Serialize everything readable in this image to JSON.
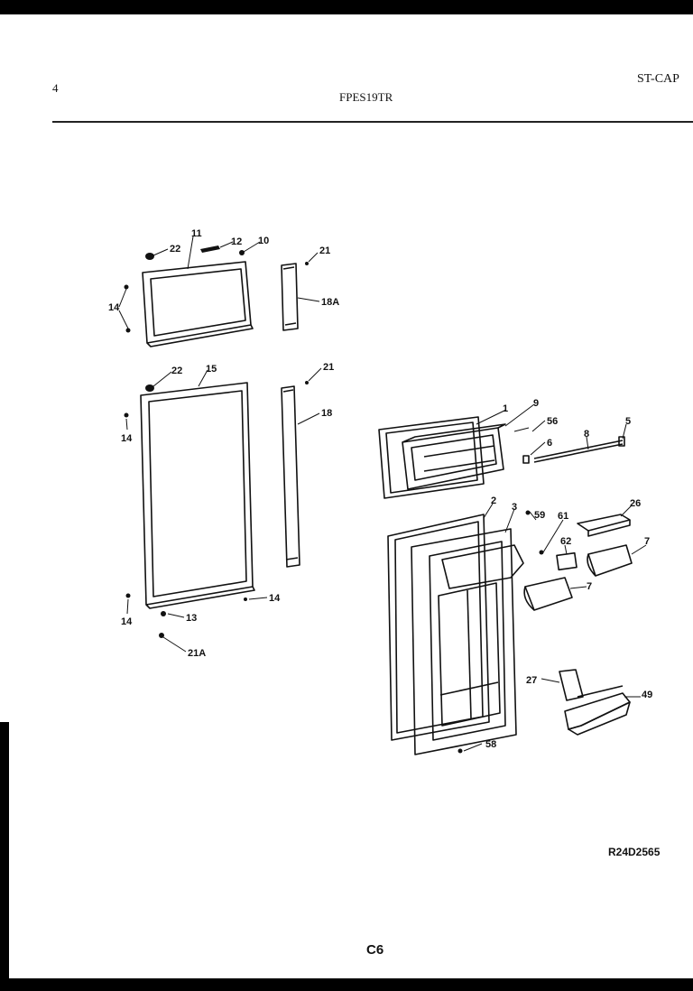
{
  "header": {
    "page_number": "4",
    "model": "FPES19TR",
    "code": "ST-CAP"
  },
  "footer": {
    "reference": "R24D2565",
    "page_code": "C6"
  },
  "callouts": {
    "c22a": "22",
    "c11": "11",
    "c12": "12",
    "c10": "10",
    "c14a": "14",
    "c21a": "21",
    "c18A": "18A",
    "c22b": "22",
    "c15": "15",
    "c21b": "21",
    "c18": "18",
    "c14b": "14",
    "c14c": "14",
    "c14d": "14",
    "c13": "13",
    "c21A": "21A",
    "c1": "1",
    "c9": "9",
    "c56": "56",
    "c6": "6",
    "c8": "8",
    "c5": "5",
    "c2": "2",
    "c3": "3",
    "c59": "59",
    "c61": "61",
    "c26": "26",
    "c62": "62",
    "c7a": "7",
    "c7b": "7",
    "c27": "27",
    "c49": "49",
    "c58": "58"
  }
}
